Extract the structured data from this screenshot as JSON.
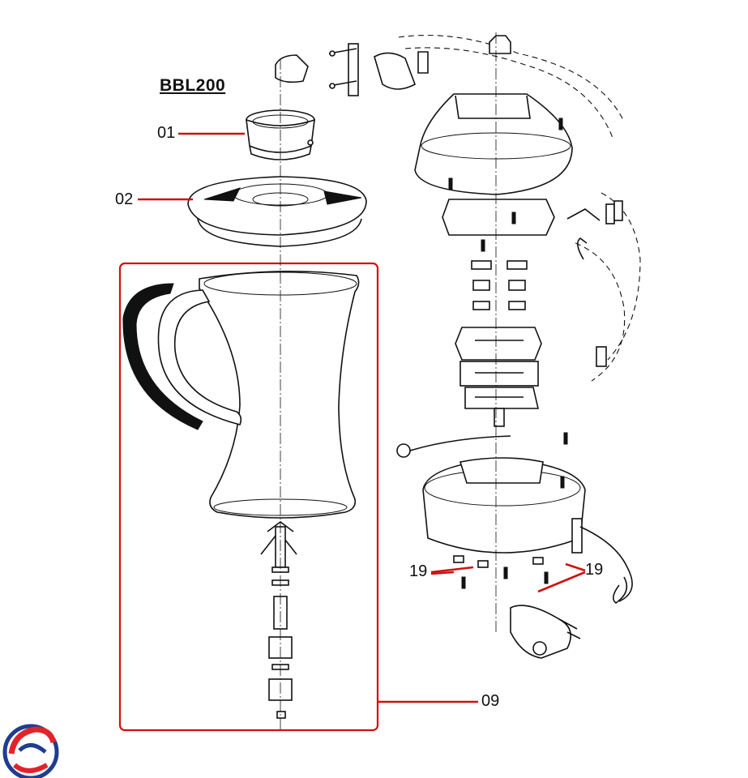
{
  "model": "BBL200",
  "callouts": [
    {
      "id": "01"
    },
    {
      "id": "02"
    },
    {
      "id": "09"
    },
    {
      "id": "19"
    },
    {
      "id": "19"
    }
  ],
  "colors": {
    "callout_line": "#d01010",
    "outline": "#111111",
    "handle_grip": "#111111",
    "logo_red": "#e0242b",
    "logo_blue": "#1e3d8f"
  },
  "icons": [
    "brand-logo-icon"
  ]
}
